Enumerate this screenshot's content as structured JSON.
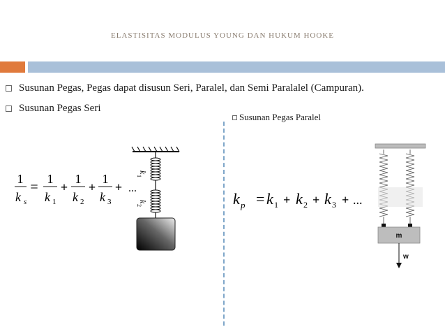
{
  "slide": {
    "title": "ELASTISITAS MODULUS YOUNG DAN HUKUM HOOKE",
    "bullets": [
      "Susunan Pegas, Pegas dapat disusun Seri, Paralel, dan Semi Paralalel (Campuran).",
      "Susunan Pegas Seri"
    ],
    "parallel_label": "Susunan Pegas Paralel"
  },
  "series_formula": {
    "lhs_num": "1",
    "lhs_den": "k",
    "lhs_sub": "s",
    "equals": "=",
    "terms": [
      {
        "num": "1",
        "den": "k",
        "sub": "1"
      },
      {
        "num": "1",
        "den": "k",
        "sub": "2"
      },
      {
        "num": "1",
        "den": "k",
        "sub": "3"
      }
    ],
    "plus": "+",
    "ellipsis": "..."
  },
  "series_figure": {
    "spring1_label": "k",
    "spring1_sub": "1",
    "spring2_label": "k",
    "spring2_sub": "2"
  },
  "parallel_formula": {
    "lhs": "k",
    "lhs_sub": "p",
    "equals": "=",
    "terms": [
      {
        "k": "k",
        "sub": "1"
      },
      {
        "k": "k",
        "sub": "2"
      },
      {
        "k": "k",
        "sub": "3"
      }
    ],
    "plus": "+",
    "ellipsis": "..."
  },
  "parallel_figure": {
    "mass_label": "m",
    "weight_label": "w"
  },
  "colors": {
    "accent_orange": "#e07a3c",
    "accent_blue": "#a9c0d9",
    "divider": "#7fa6c9"
  }
}
